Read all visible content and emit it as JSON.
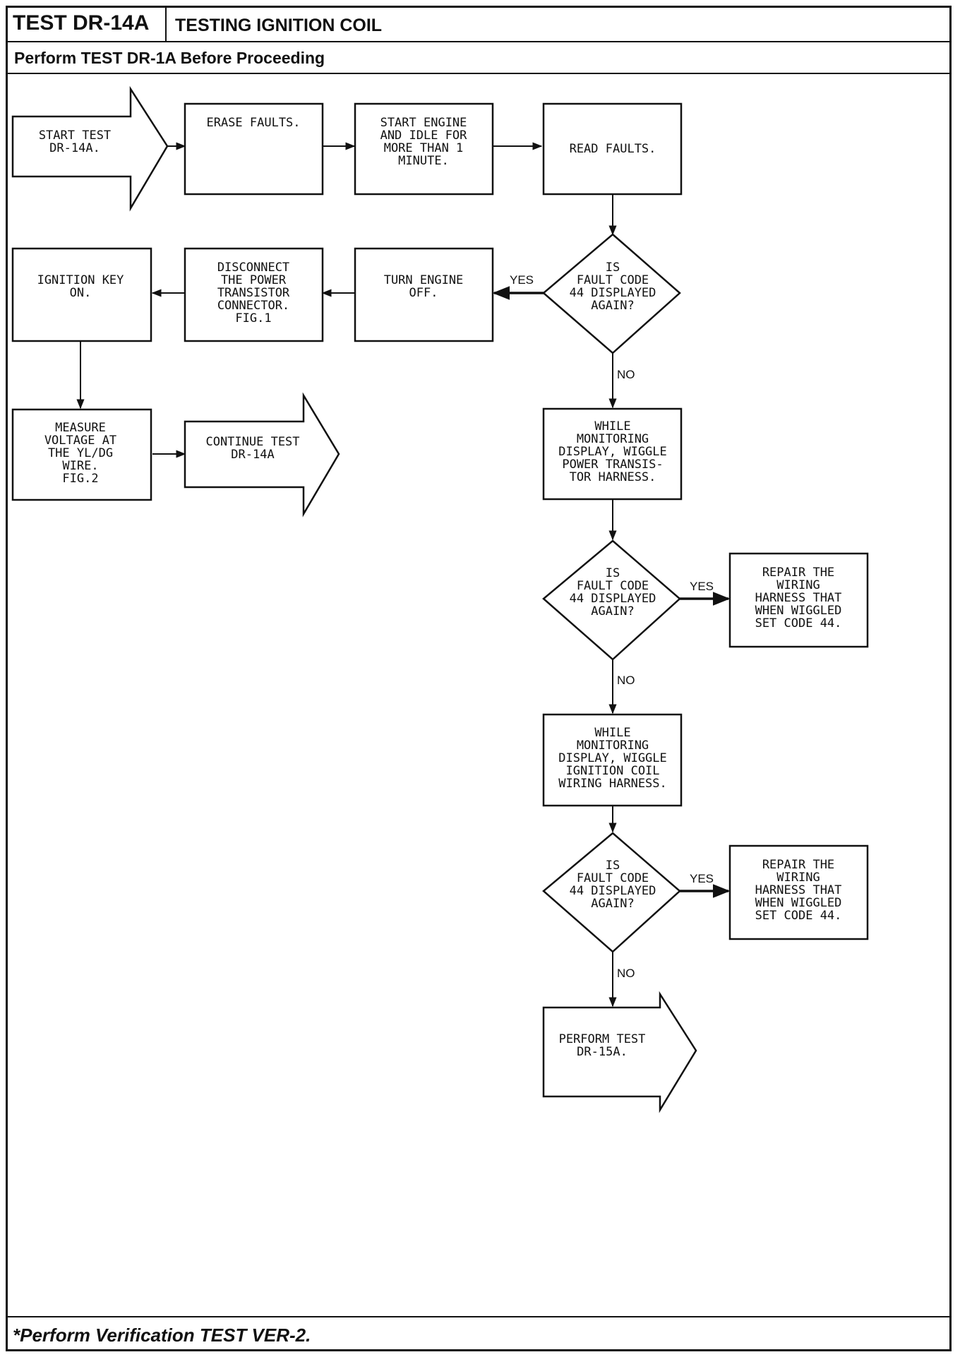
{
  "header": {
    "test_id": "TEST DR-14A",
    "title": "TESTING IGNITION COIL",
    "prerequisite": "Perform TEST DR-1A Before Proceeding"
  },
  "footer": {
    "note": "*Perform Verification TEST VER-2."
  },
  "nodes": {
    "start": [
      "START TEST",
      "DR-14A."
    ],
    "erase": [
      "ERASE FAULTS."
    ],
    "start_engine": [
      "START ENGINE",
      "AND IDLE FOR",
      "MORE THAN 1",
      "MINUTE."
    ],
    "read_faults": [
      "READ FAULTS."
    ],
    "decision1": [
      "IS",
      "FAULT CODE",
      "44 DISPLAYED",
      "AGAIN?"
    ],
    "turn_off": [
      "TURN ENGINE",
      "OFF."
    ],
    "disconnect": [
      "DISCONNECT",
      "THE POWER",
      "TRANSISTOR",
      "CONNECTOR.",
      "FIG.1"
    ],
    "ignition_on": [
      "IGNITION KEY",
      "ON."
    ],
    "measure": [
      "MEASURE",
      "VOLTAGE AT",
      "THE YL/DG",
      "WIRE.",
      "FIG.2"
    ],
    "continue": [
      "CONTINUE TEST",
      "DR-14A"
    ],
    "wiggle1": [
      "WHILE",
      "MONITORING",
      "DISPLAY, WIGGLE",
      "POWER TRANSIS-",
      "TOR HARNESS."
    ],
    "decision2": [
      "IS",
      "FAULT CODE",
      "44 DISPLAYED",
      "AGAIN?"
    ],
    "repair1": [
      "REPAIR THE",
      "WIRING",
      "HARNESS THAT",
      "WHEN WIGGLED",
      "SET CODE 44."
    ],
    "wiggle2": [
      "WHILE",
      "MONITORING",
      "DISPLAY, WIGGLE",
      "IGNITION COIL",
      "WIRING HARNESS."
    ],
    "decision3": [
      "IS",
      "FAULT CODE",
      "44 DISPLAYED",
      "AGAIN?"
    ],
    "repair2": [
      "REPAIR THE",
      "WIRING",
      "HARNESS THAT",
      "WHEN WIGGLED",
      "SET CODE 44."
    ],
    "perform": [
      "PERFORM TEST",
      "DR-15A."
    ]
  },
  "edge_labels": {
    "d1_yes": "YES",
    "d1_no": "NO",
    "d2_yes": "YES",
    "d2_no": "NO",
    "d3_yes": "YES",
    "d3_no": "NO"
  }
}
